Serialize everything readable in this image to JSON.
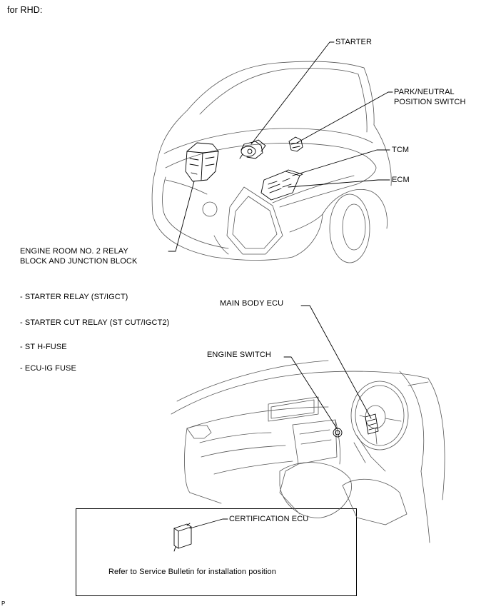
{
  "header": {
    "title": "for RHD:"
  },
  "engine_labels": {
    "starter": "STARTER",
    "pn_switch_line1": "PARK/NEUTRAL",
    "pn_switch_line2": "POSITION SWITCH",
    "tcm": "TCM",
    "ecm": "ECM",
    "relay_block_line1": "ENGINE ROOM NO. 2 RELAY",
    "relay_block_line2": "BLOCK AND JUNCTION BLOCK"
  },
  "relay_block_items": [
    "- STARTER RELAY (ST/IGCT)",
    "- STARTER CUT RELAY (ST CUT/IGCT2)",
    "- ST H-FUSE",
    "- ECU-IG FUSE"
  ],
  "cabin_labels": {
    "main_body_ecu": "MAIN BODY ECU",
    "engine_switch": "ENGINE SWITCH"
  },
  "note_box": {
    "certification_ecu": "CERTIFICATION ECU",
    "note": "Refer to Service Bulletin for installation position"
  },
  "footer": {
    "code": "P"
  },
  "icons": [
    "car-front-illustration",
    "dashboard-illustration",
    "starter-icon",
    "pn-switch-icon",
    "tcm-ecm-icon",
    "relay-block-icon",
    "engine-switch-icon",
    "main-body-ecu-icon",
    "certification-ecu-icon"
  ]
}
